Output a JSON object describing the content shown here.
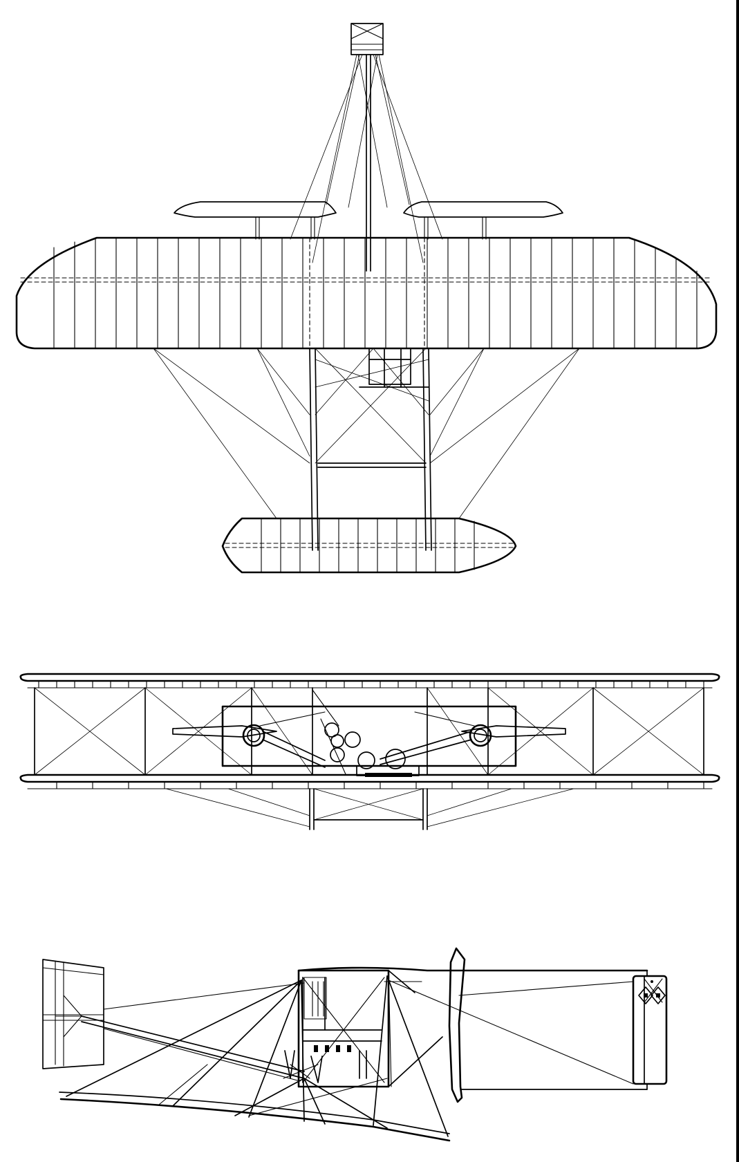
{
  "figure": {
    "kind": "three-view line drawing",
    "views": [
      {
        "view": "top",
        "icon": "biplane-top-view"
      },
      {
        "view": "front",
        "icon": "biplane-front-view"
      },
      {
        "view": "side",
        "icon": "biplane-side-view"
      }
    ],
    "ink_color": "#000000",
    "paper_color": "#ffffff",
    "insignia_icon": "crossed-flags-insignia"
  }
}
